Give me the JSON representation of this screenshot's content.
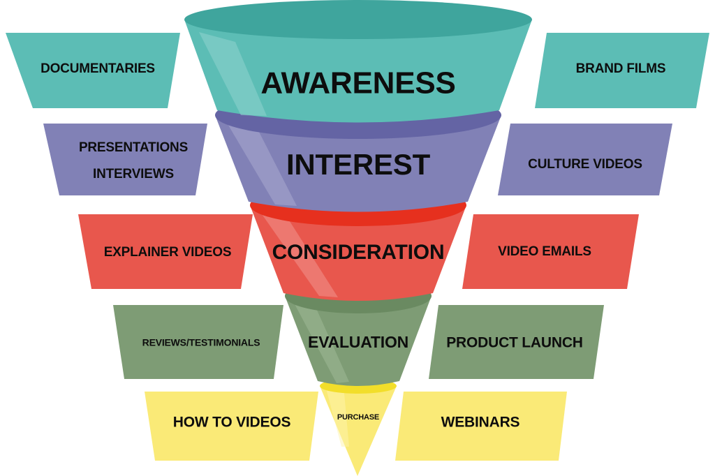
{
  "diagram": {
    "type": "marketing-funnel",
    "background": "#ffffff",
    "stages": [
      {
        "id": "awareness",
        "name": "AWARENESS",
        "color": "#5CBDB5",
        "top_color": "#3FA59D",
        "highlight_color": "#8FD3CD",
        "left_label": "DOCUMENTARIES",
        "right_label": "BRAND FILMS",
        "left_label_2": "",
        "font_size": 44,
        "side_font_size": 19
      },
      {
        "id": "interest",
        "name": "INTEREST",
        "color": "#8181B6",
        "top_color": "#6464A4",
        "highlight_color": "#ADADD2",
        "left_label": "PRESENTATIONS",
        "left_label_2": "INTERVIEWS",
        "right_label": "CULTURE VIDEOS",
        "font_size": 42,
        "side_font_size": 19
      },
      {
        "id": "consideration",
        "name": "CONSIDERATION",
        "color": "#E8574D",
        "top_color": "#E6301E",
        "highlight_color": "#F29A93",
        "left_label": "EXPLAINER VIDEOS",
        "left_label_2": "",
        "right_label": "VIDEO EMAILS",
        "font_size": 30,
        "side_font_size": 19
      },
      {
        "id": "evaluation",
        "name": "EVALUATION",
        "color": "#7E9C75",
        "top_color": "#6A8A61",
        "highlight_color": "#A7C09E",
        "left_label": "REVIEWS/TESTIMONIALS",
        "left_label_2": "",
        "right_label": "PRODUCT LAUNCH",
        "font_size": 23,
        "side_font_size": 14,
        "right_font_size": 21
      },
      {
        "id": "purchase",
        "name": "PURCHASE",
        "color": "#FAEA77",
        "top_color": "#F2DE2A",
        "highlight_color": "#FDF4AE",
        "left_label": "HOW TO VIDEOS",
        "left_label_2": "",
        "right_label": "WEBINARS",
        "font_size": 11,
        "side_font_size": 21
      }
    ]
  }
}
